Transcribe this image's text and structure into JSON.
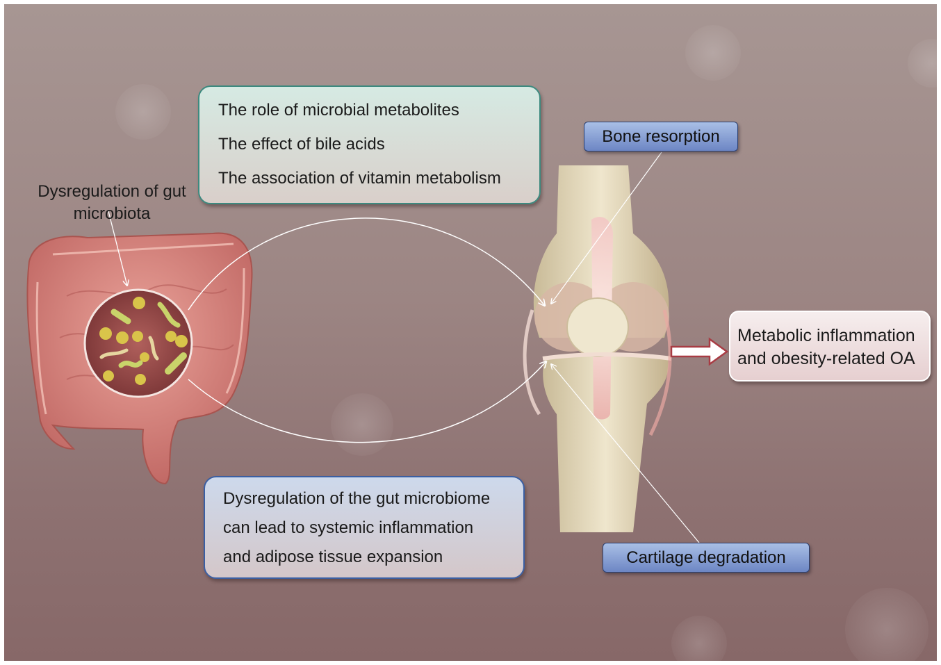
{
  "labels": {
    "gut_label": [
      "Dysregulation of gut",
      "microbiota"
    ],
    "factors": [
      "The role of microbial metabolites",
      "The effect of bile acids",
      "The association of vitamin metabolism"
    ],
    "summary": [
      "Dysregulation of the gut microbiome",
      "can lead to systemic inflammation",
      "and adipose tissue expansion"
    ],
    "bone_tag": "Bone resorption",
    "cartilage_tag": "Cartilage degradation",
    "outcome": [
      "Metabolic inflammation",
      "and obesity-related OA"
    ]
  },
  "icons": [
    "intestine-illustration",
    "microbiota-magnifier",
    "knee-joint-illustration",
    "right-arrow-icon"
  ],
  "colors": {
    "background": "#9c8583",
    "factors_border": "#3d8a7f",
    "summary_border": "#3b5fa3",
    "tag_fill": "#8ca3d8",
    "intestine": "#d9857f"
  }
}
